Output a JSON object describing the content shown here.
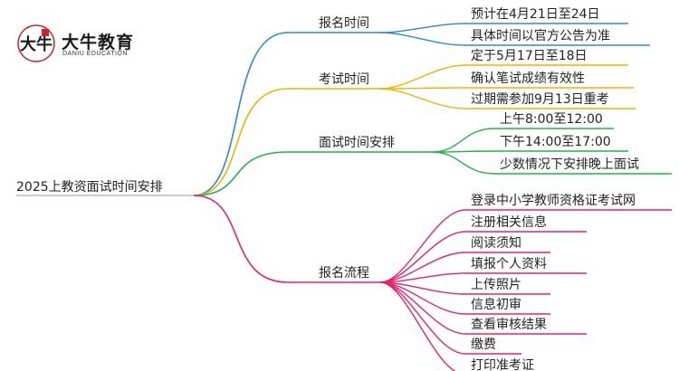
{
  "logo": {
    "cn": "大牛教育",
    "en": "DANIU EDUCATION",
    "mark_text": "大牛",
    "mark_color": "#c8232c"
  },
  "root": "2025上教资面试时间安排",
  "branches": [
    {
      "label": "报名时间",
      "color": "#2e86de",
      "children": [
        "预计在4月21日至24日",
        "具体时间以官方公告为准"
      ]
    },
    {
      "label": "考试时间",
      "color": "#f0b400",
      "children": [
        "定于5月17日至18日",
        "确认笔试成绩有效性",
        "过期需参加9月13日重考"
      ]
    },
    {
      "label": "面试时间安排",
      "color": "#27b04b",
      "children": [
        "上午8:00至12:00",
        "下午14:00至17:00",
        "少数情况下安排晚上面试"
      ]
    },
    {
      "label": "报名流程",
      "color": "#e8236b",
      "children": [
        "登录中小学教师资格证考试网",
        "注册相关信息",
        "阅读须知",
        "填报个人资料",
        "上传照片",
        "信息初审",
        "查看审核结果",
        "缴费",
        "打印准考证"
      ]
    }
  ]
}
